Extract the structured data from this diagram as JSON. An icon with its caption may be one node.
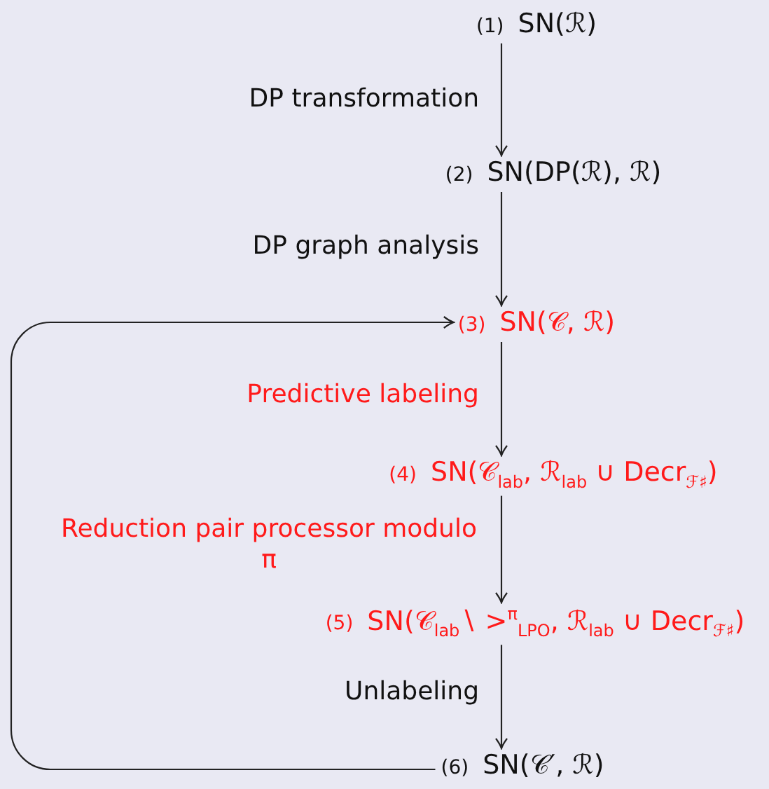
{
  "diagram": {
    "nodes": [
      {
        "text": [
          "(1)",
          "SN(ℛ)"
        ]
      },
      {
        "text": [
          "(2)",
          "SN(DP(ℛ), ℛ)"
        ]
      },
      {
        "text": [
          "(3)",
          "SN(𝒞, ℛ)"
        ]
      },
      {
        "text": [
          "(4)",
          "SN(𝒞$_{lab}$, ℛ$_{lab}$ ∪ Decr$_{ℱ♯}$)"
        ]
      },
      {
        "text": [
          "(5)",
          "SN(𝒞$_{lab}$∖ >$^{π}$$_{LPO}$, ℛ$_{lab}$ ∪ Decr$_{ℱ♯}$)"
        ]
      },
      {
        "text": [
          "(6)",
          "SN(𝒞′, ℛ)"
        ]
      }
    ],
    "edges": [
      {
        "from": 0,
        "to": 1,
        "arrow": "to",
        "label": "DP transformation"
      },
      {
        "from": 1,
        "to": 2,
        "arrow": "to",
        "label": "DP graph analysis"
      },
      {
        "from": 2,
        "to": 3,
        "arrow": "to",
        "label": "Predictive labeling"
      },
      {
        "from": 3,
        "to": 4,
        "arrow": "to",
        "label": "Reduction pair processor modulo π"
      },
      {
        "from": 4,
        "to": 5,
        "arrow": "to",
        "label": "Unlabeling"
      },
      {
        "from": 5,
        "to": 2,
        "arrow": "to"
      }
    ]
  }
}
